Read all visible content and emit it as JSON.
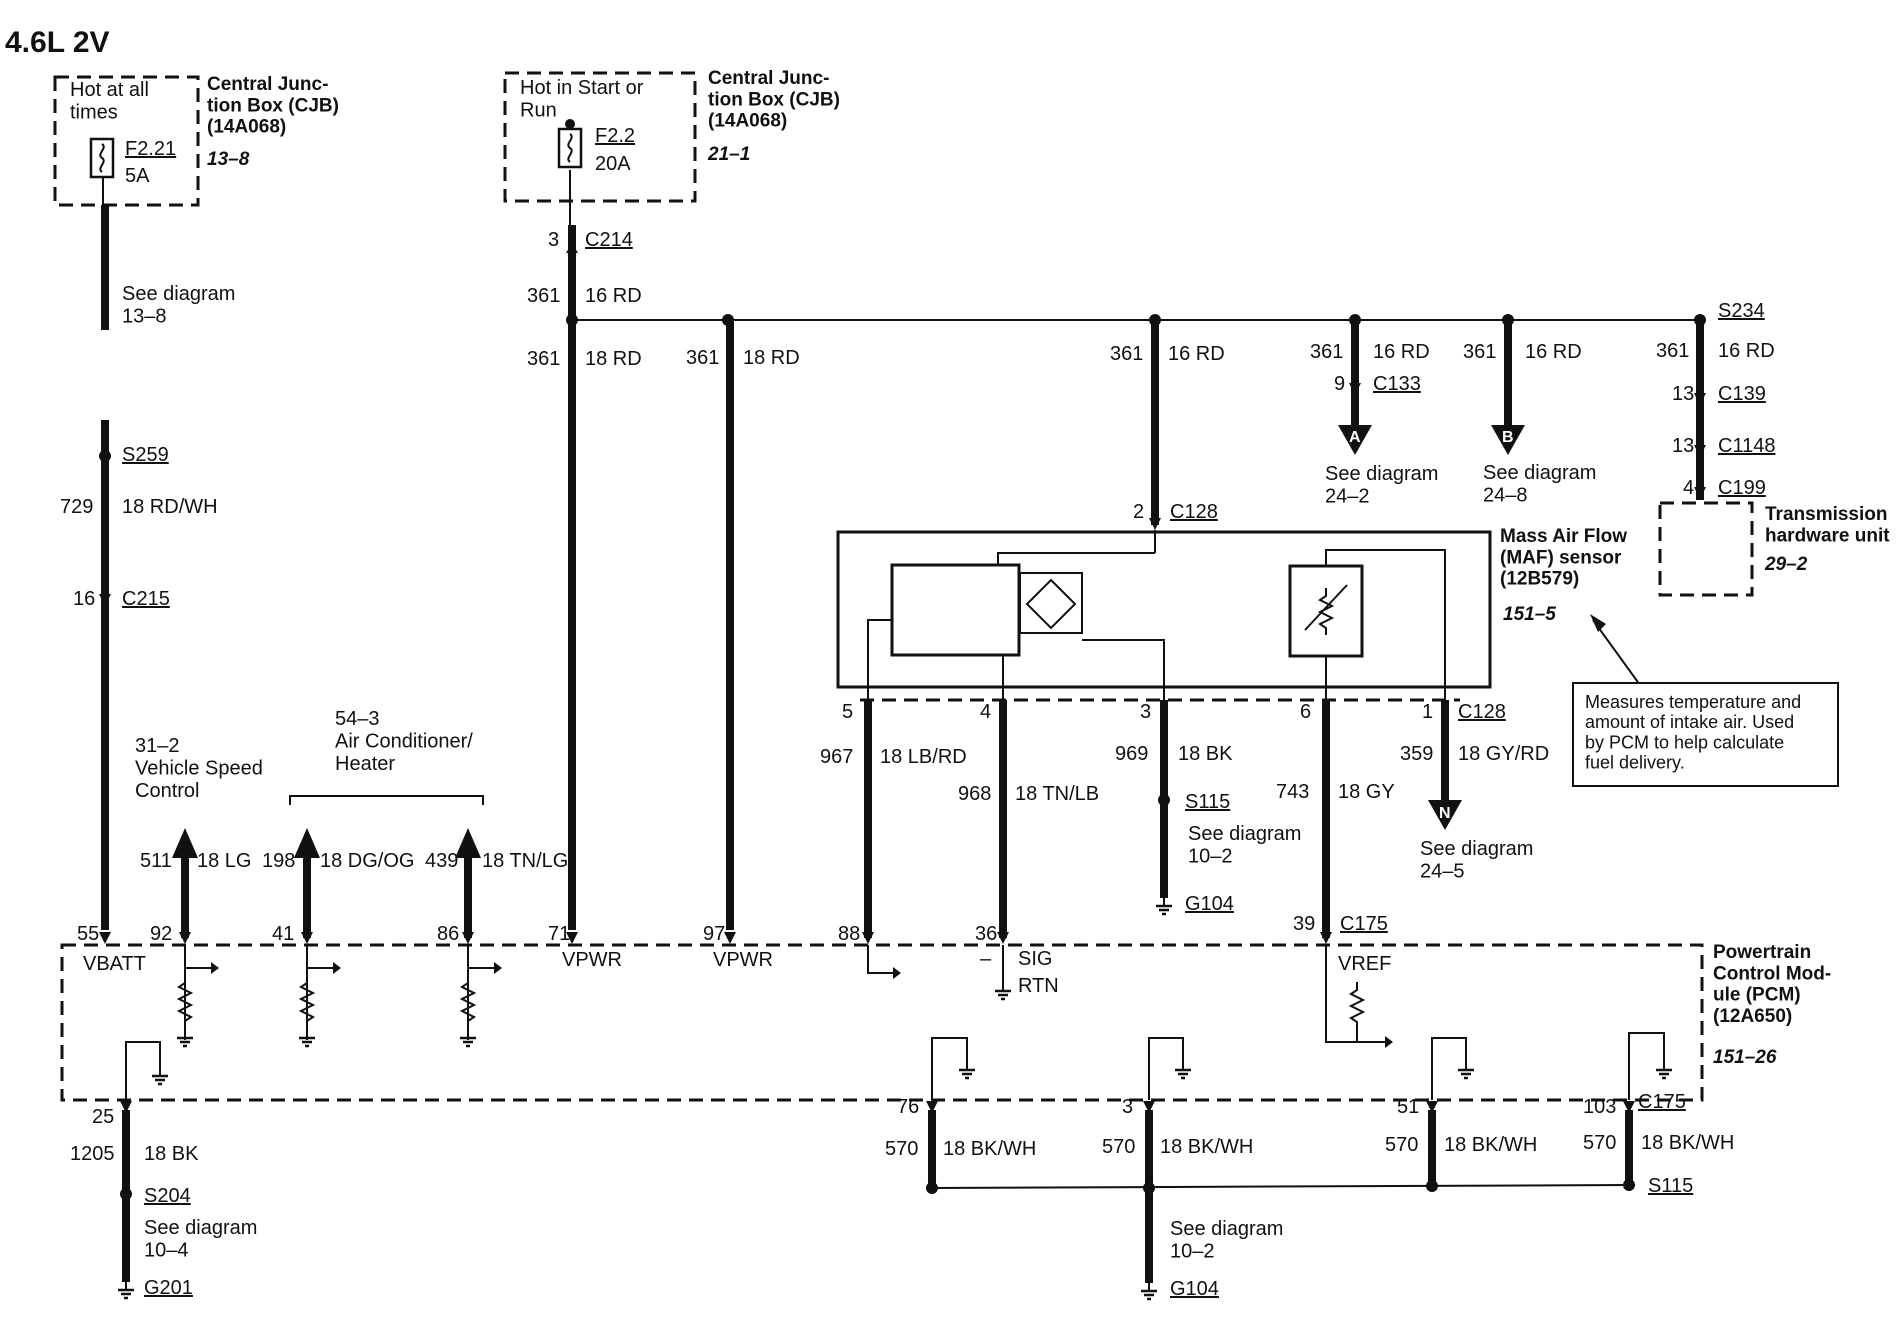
{
  "title": "4.6L 2V",
  "cjb_left": {
    "hot_label": "Hot at all\ntimes",
    "fuse": "F2.21",
    "amps": "5A",
    "name": "Central Junc-\ntion Box (CJB)\n(14A068)",
    "ref": "13–8"
  },
  "cjb_right": {
    "hot_label": "Hot in Start or\nRun",
    "fuse": "F2.2",
    "amps": "20A",
    "name": "Central Junc-\ntion Box (CJB)\n(14A068)",
    "ref": "21–1"
  },
  "maf": {
    "name": "Mass Air Flow\n(MAF) sensor\n(12B579)",
    "ref": "151–5"
  },
  "trans": {
    "name": "Transmission\nhardware unit",
    "ref": "29–2"
  },
  "pcm": {
    "name": "Powertrain\nControl Mod-\nule (PCM)\n(12A650)",
    "ref": "151–26",
    "vbatt": "VBATT",
    "vpwr1": "VPWR",
    "vpwr2": "VPWR",
    "sig": "SIG",
    "rtn": "RTN",
    "vref": "VREF",
    "minus": "–"
  },
  "note": "Measures temperature and\namount of intake air. Used\nby PCM to help calculate\nfuel delivery.",
  "labels": {
    "see_13_8": "See diagram\n13–8",
    "s259": "S259",
    "c215": "C215",
    "c214": "C214",
    "c128_top": "C128",
    "c128_bot": "C128",
    "c133": "C133",
    "c139": "C139",
    "c1148": "C1148",
    "c199": "C199",
    "s234": "S234",
    "s115_a": "S115",
    "g104_a": "G104",
    "c175_a": "C175",
    "c175_b": "C175",
    "s115_b": "S115",
    "s204": "S204",
    "g201": "G201",
    "g104_b": "G104",
    "see_24_2": "See diagram\n24–2",
    "see_24_8": "See diagram\n24–8",
    "see_24_5": "See diagram\n24–5",
    "see_10_2a": "See diagram\n10–2",
    "see_10_2b": "See diagram\n10–2",
    "see_10_4": "See diagram\n10–4",
    "vsc": "31–2\nVehicle Speed\nControl",
    "ac": "54–3\nAir Conditioner/\nHeater"
  },
  "arrows": {
    "a": "A",
    "b": "B",
    "n": "N"
  },
  "wires": [
    {
      "circuit": "729",
      "gauge": "18 RD/WH"
    },
    {
      "circuit": "361",
      "gauge": "16 RD"
    },
    {
      "circuit": "361",
      "gauge": "18 RD"
    },
    {
      "circuit": "361",
      "gauge": "18 RD"
    },
    {
      "circuit": "361",
      "gauge": "16 RD"
    },
    {
      "circuit": "361",
      "gauge": "16 RD"
    },
    {
      "circuit": "361",
      "gauge": "16 RD"
    },
    {
      "circuit": "361",
      "gauge": "16 RD"
    },
    {
      "circuit": "511",
      "gauge": "18 LG"
    },
    {
      "circuit": "198",
      "gauge": "18 DG/OG"
    },
    {
      "circuit": "439",
      "gauge": "18 TN/LG"
    },
    {
      "circuit": "967",
      "gauge": "18 LB/RD"
    },
    {
      "circuit": "968",
      "gauge": "18 TN/LB"
    },
    {
      "circuit": "969",
      "gauge": "18 BK"
    },
    {
      "circuit": "743",
      "gauge": "18 GY"
    },
    {
      "circuit": "359",
      "gauge": "18 GY/RD"
    },
    {
      "circuit": "1205",
      "gauge": "18 BK"
    },
    {
      "circuit": "570",
      "gauge": "18 BK/WH"
    },
    {
      "circuit": "570",
      "gauge": "18 BK/WH"
    },
    {
      "circuit": "570",
      "gauge": "18 BK/WH"
    },
    {
      "circuit": "570",
      "gauge": "18 BK/WH"
    }
  ],
  "pins": {
    "c215": "16",
    "c214": "3",
    "c133": "9",
    "c139": "13",
    "c1148": "13",
    "c199": "4",
    "c128_top": "2",
    "maf": [
      "5",
      "4",
      "3",
      "6",
      "1"
    ],
    "pcm_top": [
      "55",
      "92",
      "41",
      "86",
      "71",
      "97",
      "88",
      "36",
      "39"
    ],
    "pcm_bottom": [
      "25",
      "76",
      "3",
      "51",
      "103"
    ]
  }
}
